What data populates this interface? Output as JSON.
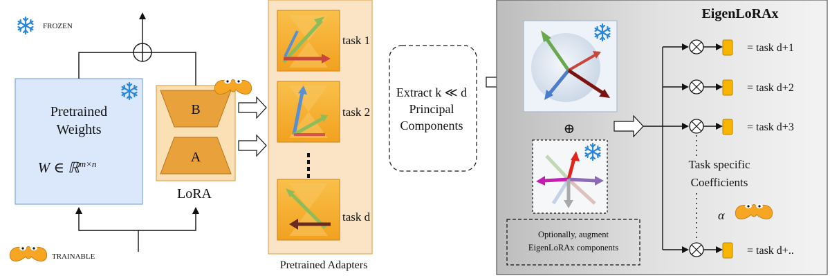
{
  "legend": {
    "frozen": "FROZEN",
    "trainable": "TRAINABLE"
  },
  "pretrained": {
    "title_line1": "Pretrained",
    "title_line2": "Weights",
    "formula": "W ∈ ℝ",
    "formula_sup": "m×n"
  },
  "lora": {
    "label": "LoRA",
    "b": "B",
    "a": "A"
  },
  "adapters": {
    "caption": "Pretrained Adapters",
    "tasks": [
      "task 1",
      "task 2",
      "task d"
    ]
  },
  "extract": {
    "line1": "Extract k ≪ d",
    "line2": "Principal",
    "line3": "Components"
  },
  "eigen": {
    "title": "EigenLoRAx",
    "oplus": "⊕",
    "coef_line1": "Task specific",
    "coef_line2": "Coefficients",
    "alpha": "α",
    "augment_line1": "Optionally, augment",
    "augment_line2": "EigenLoRAx components",
    "outputs": [
      "= task d+1",
      "= task d+2",
      "= task d+3",
      "= task d+.."
    ]
  },
  "colors": {
    "frozen_blue": "#dbe8fb",
    "adapter_panel": "#fbe4c6",
    "orange": "#f5a623",
    "lora_orange": "#e9a23b",
    "eigen_gray": "#dcdcdc",
    "coef_yellow": "#f7b500"
  }
}
